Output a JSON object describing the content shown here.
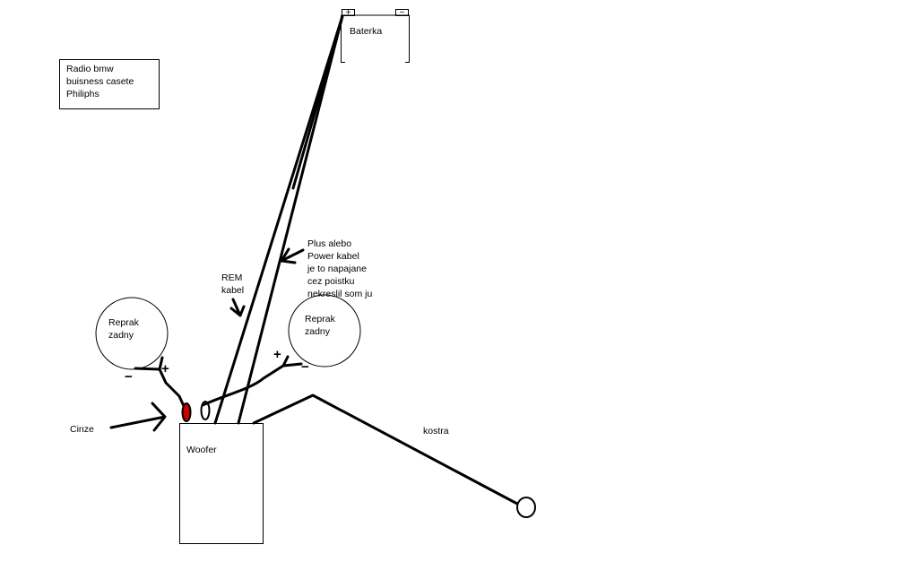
{
  "radio_box": {
    "lines": [
      "Radio bmw",
      "buisness casete",
      "Philiphs"
    ]
  },
  "battery": {
    "label": "Baterka",
    "plus": "+",
    "minus": "−"
  },
  "speaker_left": {
    "lines": [
      "Reprak",
      "zadny"
    ],
    "plus": "+",
    "minus": "−"
  },
  "speaker_right": {
    "lines": [
      "Reprak",
      "zadny"
    ],
    "plus": "+",
    "minus": "−"
  },
  "woofer": {
    "label": "Woofer"
  },
  "annotations": {
    "rem_lines": [
      "REM",
      "kabel"
    ],
    "power_lines": [
      "Plus alebo",
      "Power kabel",
      "je to napajane",
      "cez poistku",
      "nekreslil som ju"
    ],
    "cinze": "Cinze",
    "kostra": "kostra"
  },
  "colors": {
    "background": "#ffffff",
    "line": "#000000",
    "rca_plug": "#cc0000"
  }
}
